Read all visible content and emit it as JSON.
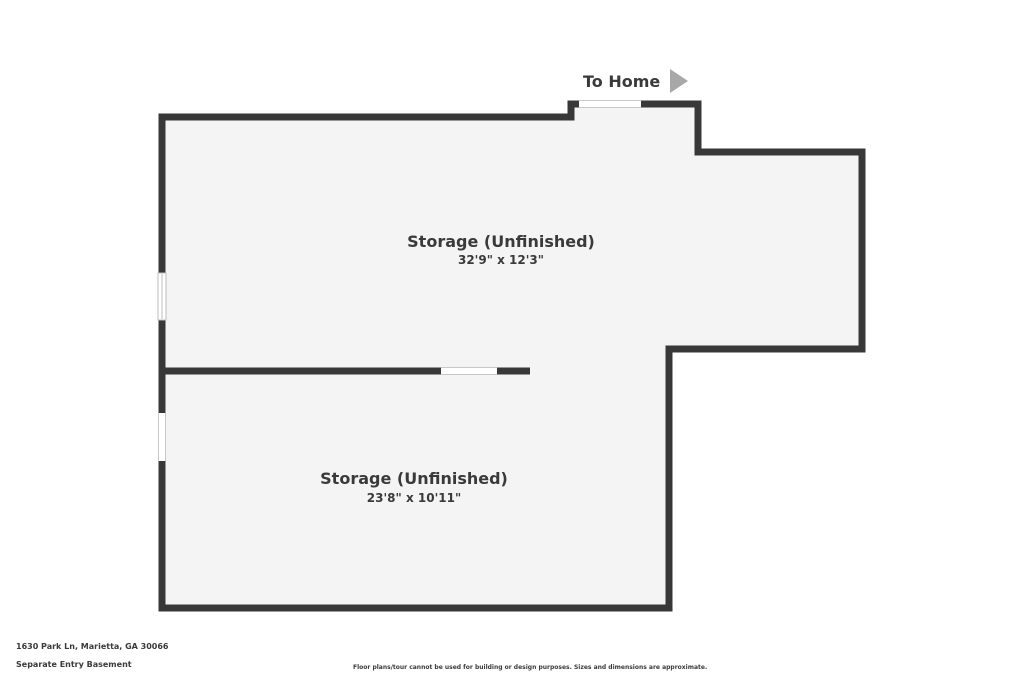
{
  "direction": {
    "label": "To Home",
    "icon": "arrow-right-icon"
  },
  "rooms": [
    {
      "name": "Storage (Unfinished)",
      "dimensions": "32'9\" x 12'3\""
    },
    {
      "name": "Storage (Unfinished)",
      "dimensions": "23'8\" x 10'11\""
    }
  ],
  "footer": {
    "address": "1630 Park Ln, Marietta, GA 30066",
    "subtitle": "Separate Entry Basement",
    "disclaimer": "Floor plans/tour cannot be used for building or design purposes. Sizes and dimensions are approximate."
  },
  "colors": {
    "wall": "#383838",
    "floor": "#f4f4f4",
    "opening": "#ffffff",
    "arrow": "#a8a8a8",
    "text": "#3a3a3a"
  }
}
